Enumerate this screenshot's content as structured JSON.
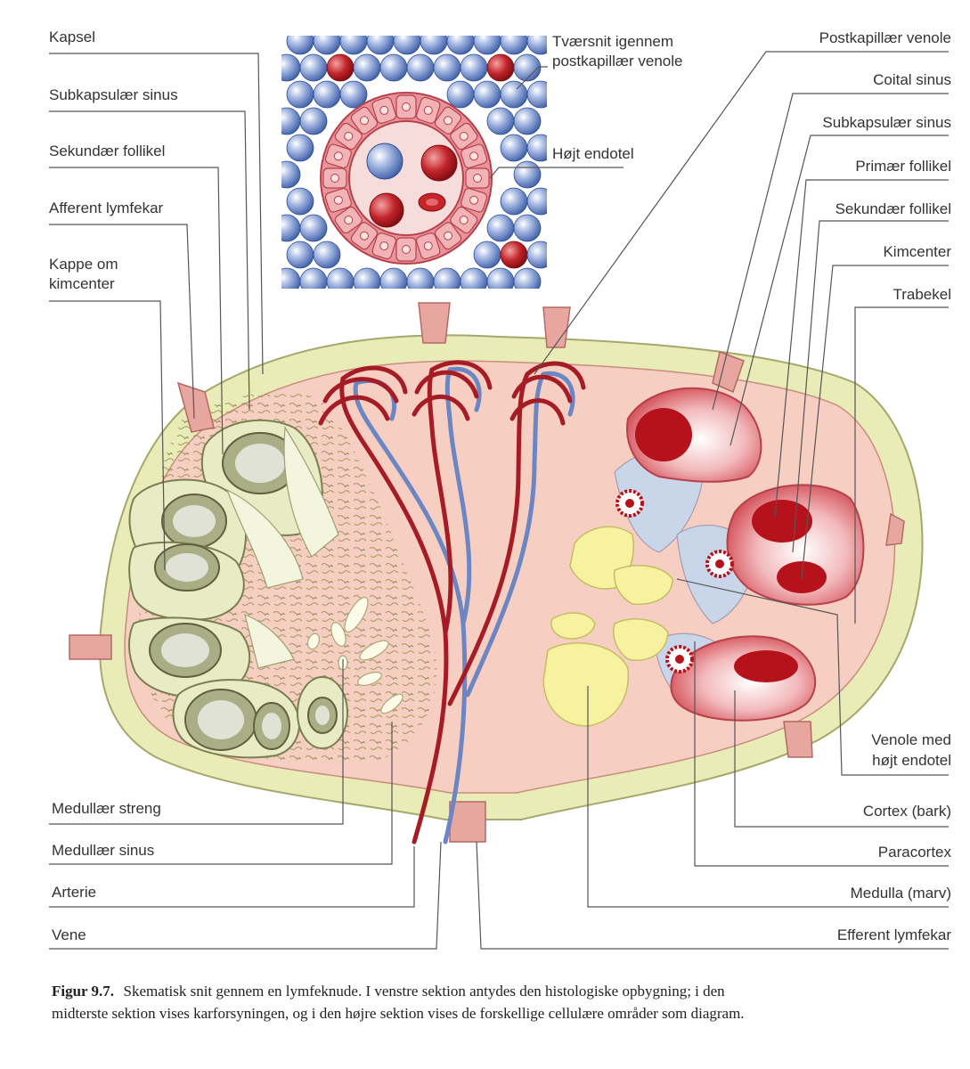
{
  "labels": {
    "kapsel": "Kapsel",
    "subkapsular_sinus_left": "Subkapsulær sinus",
    "sekundaer_follikel_left": "Sekundær follikel",
    "afferent_lymfekar": "Afferent lymfekar",
    "kappe_line1": "Kappe om",
    "kappe_line2": "kimcenter",
    "medullaer_streng": "Medullær streng",
    "medullaer_sinus": "Medullær sinus",
    "arterie": "Arterie",
    "vene": "Vene",
    "tvaersnit_line1": "Tværsnit igennem",
    "tvaersnit_line2": "postkapillær venole",
    "hojt_endotel": "Højt endotel",
    "postkapillaer_venole": "Postkapillær venole",
    "coital_sinus": "Coital sinus",
    "subkapsular_sinus_right": "Subkapsulær sinus",
    "primaer_follikel": "Primær follikel",
    "sekundaer_follikel_right": "Sekundær follikel",
    "kimcenter": "Kimcenter",
    "trabekel": "Trabekel",
    "venole_line1": "Venole med",
    "venole_line2": "højt endotel",
    "cortex": "Cortex (bark)",
    "paracortex": "Paracortex",
    "medulla": "Medulla (marv)",
    "efferent_lymfekar": "Efferent lymfekar"
  },
  "caption": {
    "figure": "Figur 9.7.",
    "line1": "Skematisk snit gennem en lymfeknude. I venstre sektion antydes den histologiske opbygning; i den",
    "line2": "midterste sektion vises karforsyningen, og i den højre sektion vises de forskellige cellulære områder som diagram."
  },
  "colors": {
    "capsule": "#e9ecb6",
    "parenchyma": "#f6cfc2",
    "artery": "#a51c24",
    "vein": "#6c86c3",
    "follicle_red": "#b5121b",
    "paracortex_blue": "#c9d6ea",
    "medulla_yellow": "#f7f2a0",
    "follicle_olive": "#c9cfa0"
  }
}
